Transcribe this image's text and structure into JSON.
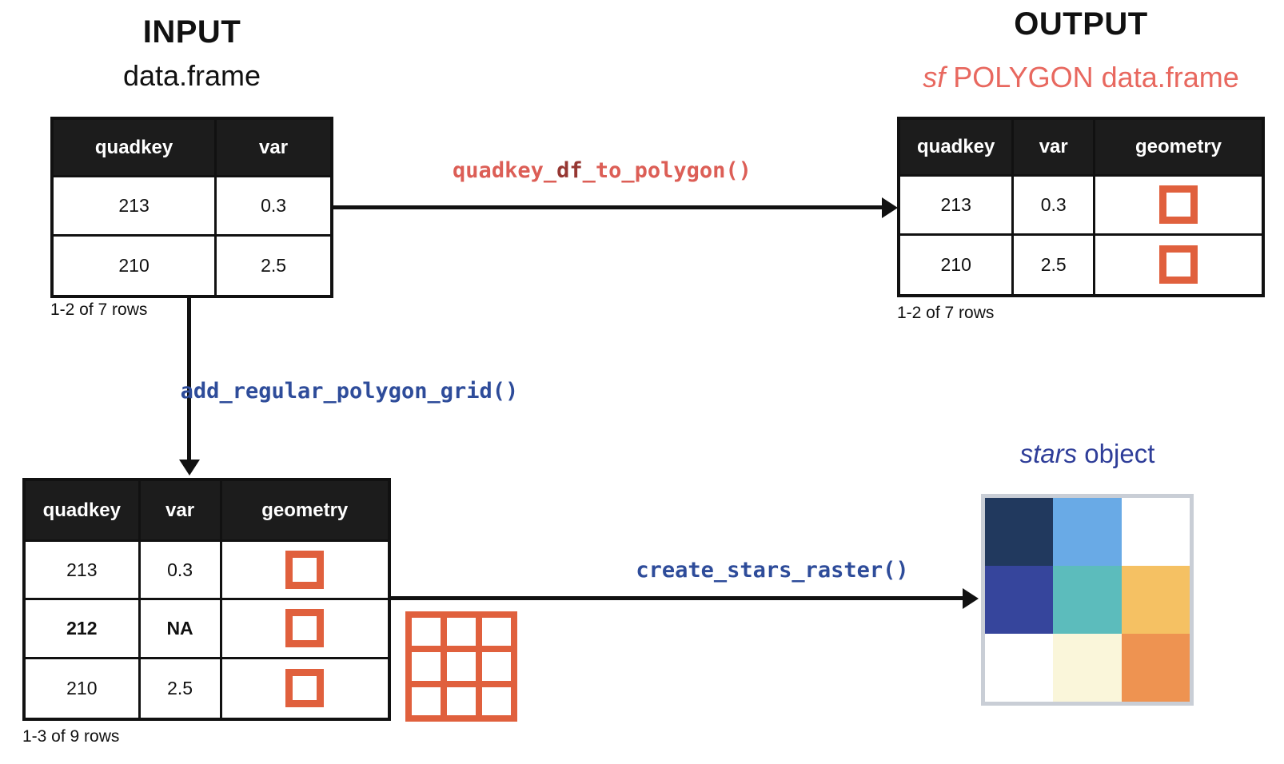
{
  "colors": {
    "accent_orange": "#E0603D",
    "salmon_text": "#E8685F",
    "salmon_fn": "#DC5E56",
    "salmon_fn_dark": "#963732",
    "blue_fn": "#2E4C9A",
    "blue_title": "#2F3E99",
    "table_header_bg": "#1C1C1C",
    "table_border": "#111111",
    "raster_frame": "#C9CED6"
  },
  "input": {
    "title": "INPUT",
    "subtitle": "data.frame",
    "table": {
      "headers": [
        "quadkey",
        "var"
      ],
      "rows": [
        [
          "213",
          "0.3"
        ],
        [
          "210",
          "2.5"
        ]
      ],
      "caption": "1-2 of 7 rows"
    }
  },
  "output": {
    "title": "OUTPUT",
    "subtitle_italic": "sf",
    "subtitle_rest": " POLYGON data.frame",
    "table": {
      "headers": [
        "quadkey",
        "var",
        "geometry"
      ],
      "rows": [
        [
          "213",
          "0.3"
        ],
        [
          "210",
          "2.5"
        ]
      ],
      "caption": "1-2 of 7 rows"
    }
  },
  "grid_table": {
    "headers": [
      "quadkey",
      "var",
      "geometry"
    ],
    "rows": [
      [
        "213",
        "0.3"
      ],
      [
        "212",
        "NA"
      ],
      [
        "210",
        "2.5"
      ]
    ],
    "bold_row_index": 1,
    "caption": "1-3 of 9 rows"
  },
  "functions": {
    "to_polygon_pre": "quadkey_",
    "to_polygon_mid": "df",
    "to_polygon_post": "_to_polygon()",
    "add_grid": "add_regular_polygon_grid()",
    "create_raster": "create_stars_raster()"
  },
  "stars": {
    "title_italic": "stars",
    "title_rest": " object",
    "cells": [
      [
        "#21395E",
        "#69AAE6",
        "#FFFFFF"
      ],
      [
        "#36459C",
        "#5CBCBC",
        "#F5C163"
      ],
      [
        "#FFFFFF",
        "#FAF6DA",
        "#EE9351"
      ]
    ]
  }
}
